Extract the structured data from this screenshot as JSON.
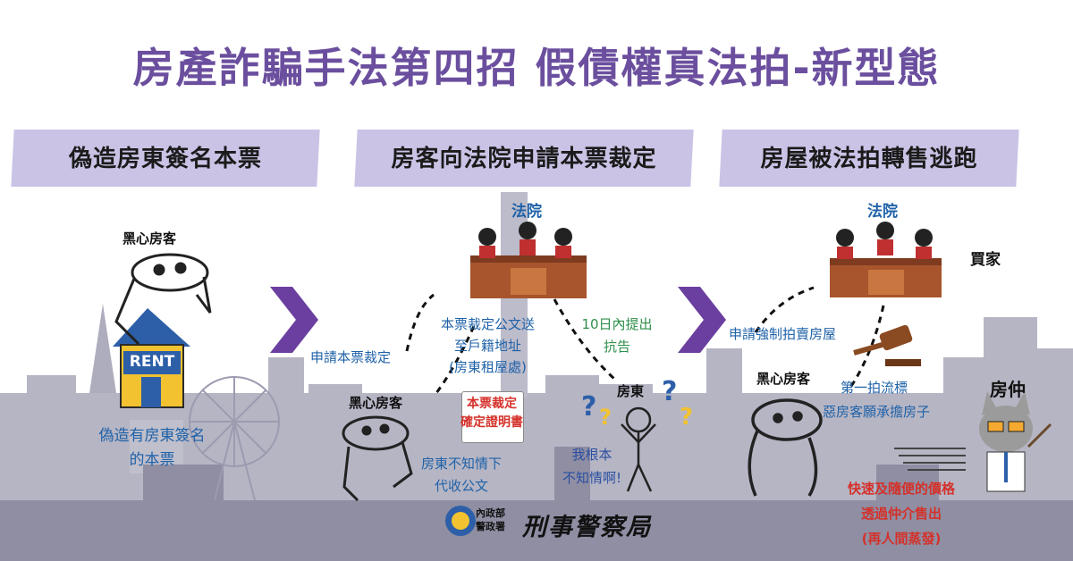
{
  "title": "房產詐騙手法第四招 假債權真法拍-新型態",
  "steps": [
    {
      "label": "偽造房東簽名本票"
    },
    {
      "label": "房客向法院申請本票裁定"
    },
    {
      "label": "房屋被法拍轉售逃跑"
    }
  ],
  "panel1": {
    "tenant_label": "黑心房客",
    "rent_sign": "RENT",
    "caption_line1": "偽造有房東簽名",
    "caption_line2": "的本票"
  },
  "panel2": {
    "court_label": "法院",
    "apply_label": "申請本票裁定",
    "notice_line1": "本票裁定公文送",
    "notice_line2": "至戶籍地址",
    "notice_line3": "(房東租屋處)",
    "appeal_line1": "10日內提出",
    "appeal_line2": "抗告",
    "tenant_label": "黑心房客",
    "landlord_label": "房東",
    "cert_line1": "本票裁定",
    "cert_line2": "確定證明書",
    "receive_line1": "房東不知情下",
    "receive_line2": "代收公文",
    "unaware_line1": "我根本",
    "unaware_line2": "不知情啊!",
    "logo_small1": "內政部",
    "logo_small2": "警政署",
    "logo_main": "刑事警察局"
  },
  "panel3": {
    "court_label": "法院",
    "buyer_label": "買家",
    "auction_label": "申請強制拍賣房屋",
    "tenant_label": "黑心房客",
    "first_round1": "第一拍流標",
    "first_round2": "惡房客願承擔房子",
    "agent_label": "房仲",
    "sale_line1": "快速及隨便的價格",
    "sale_line2": "透過仲介售出",
    "sale_line3": "(再人間蒸發)"
  },
  "colors": {
    "title": "#6b4f9e",
    "step_bar": "#cbc3e6",
    "chevron": "#6a3fa0",
    "blue_text": "#1f62a8",
    "red_text": "#d4312a",
    "green_text": "#2f8f4a",
    "city": "#a9a8b8",
    "rent_house": "#2d5fa8",
    "rent_sign": "#f2c230"
  }
}
